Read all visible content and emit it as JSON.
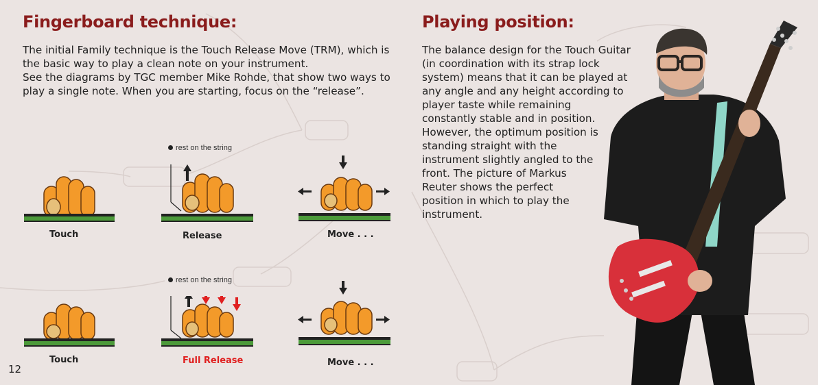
{
  "left": {
    "heading": "Fingerboard technique:",
    "body": "The initial Family technique is the Touch Release Move (TRM), which is\nthe basic way to play a clean note on your instrument.\nSee the diagrams by TGC member Mike Rohde, that show two ways to\nplay a single note. When you are starting, focus on the “release”.",
    "diagrams": {
      "row1": {
        "touch": "Touch",
        "release": "Release",
        "move": "Move . . .",
        "note": "rest on the string"
      },
      "row2": {
        "touch": "Touch",
        "release": "Full Release",
        "move": "Move . . .",
        "note": "rest on the string"
      }
    }
  },
  "right": {
    "heading": "Playing position:",
    "body": "The balance design for the Touch Guitar\n(in coordination with its strap lock\nsystem) means that it can be played at\nany angle and any height according to\nplayer taste while remaining\nconstantly stable and in position.\nHowever, the optimum position is\nstanding straight with the\ninstrument slightly angled to the\nfront. The picture of Markus\nReuter shows the perfect\nposition in which to play the\ninstrument."
  },
  "page_number": "12",
  "colors": {
    "heading": "#8a1c1c",
    "hand": "#f39a2a",
    "hand_stroke": "#6b3a10",
    "board_green": "#4c9a3a",
    "red_accent": "#e02020",
    "guitar_red": "#d8303a"
  }
}
